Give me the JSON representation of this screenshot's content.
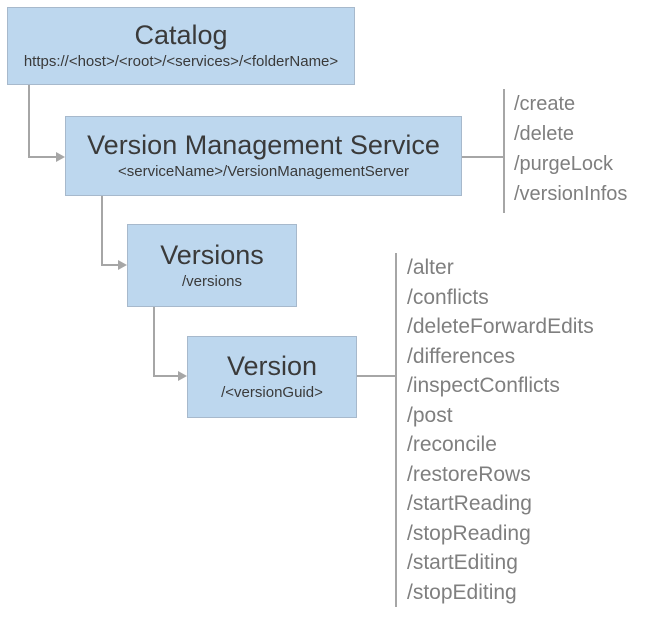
{
  "colors": {
    "node_fill": "#bdd7ee",
    "node_border": "#a7b9cc",
    "connector": "#a6a6a6",
    "ops_text": "#7f7f7f",
    "title_text": "#3a3a3a"
  },
  "nodes": {
    "catalog": {
      "title": "Catalog",
      "subtitle": "https://<host>/<root>/<services>/<folderName>"
    },
    "version_management_service": {
      "title": "Version Management Service",
      "subtitle": "<serviceName>/VersionManagementServer"
    },
    "versions": {
      "title": "Versions",
      "subtitle": "/versions"
    },
    "version": {
      "title": "Version",
      "subtitle": "/<versionGuid>"
    }
  },
  "operations": {
    "version_management_service": [
      "/create",
      "/delete",
      "/purgeLock",
      "/versionInfos"
    ],
    "version": [
      "/alter",
      "/conflicts",
      "/deleteForwardEdits",
      "/differences",
      "/inspectConflicts",
      "/post",
      "/reconcile",
      "/restoreRows",
      "/startReading",
      "/stopReading",
      "/startEditing",
      "/stopEditing"
    ]
  }
}
